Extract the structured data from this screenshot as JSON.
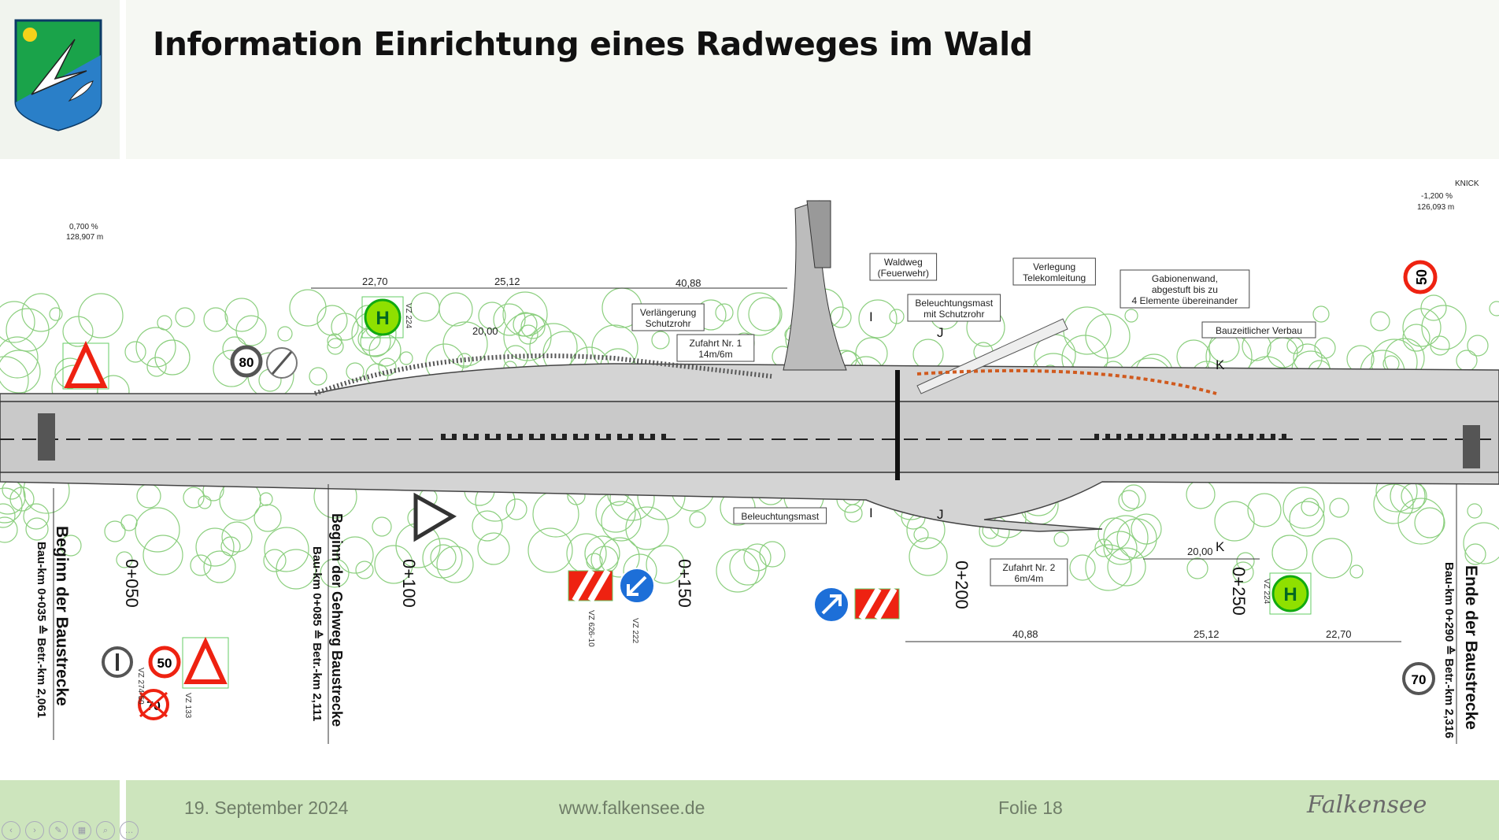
{
  "header": {
    "title": "Information Einrichtung eines Radweges im Wald"
  },
  "plan": {
    "stations": [
      "0+050",
      "0+100",
      "0+150",
      "0+200",
      "0+250"
    ],
    "start_label": "Beginn der Baustrecke",
    "start_km": "Bau-km 0+035 ≙ Betr.-km 2,061",
    "gehweg_label": "Beginn der Gehweg Baustrecke",
    "gehweg_km": "Bau-km 0+085 ≙ Betr.-km 2,111",
    "end_label": "Ende der Baustrecke",
    "end_km": "Bau-km 0+290 ≙ Betr.-km 2,316",
    "callouts": {
      "waldweg": [
        "Waldweg",
        "(Feuerwehr)"
      ],
      "schutzrohr": [
        "Verlängerung",
        "Schutzrohr"
      ],
      "zufahrt1": [
        "Zufahrt Nr. 1",
        "14m/6m"
      ],
      "mast1": [
        "Beleuchtungsmast",
        "mit Schutzrohr"
      ],
      "telekom": [
        "Verlegung",
        "Telekomleitung"
      ],
      "gabionen": [
        "Gabionenwand,",
        "abgestuft bis zu",
        "4 Elemente übereinander"
      ],
      "verbau": [
        "Bauzeitlicher Verbau"
      ],
      "mast2": [
        "Beleuchtungsmast"
      ],
      "zufahrt2": [
        "Zufahrt Nr. 2",
        "6m/4m"
      ]
    },
    "dimensions": {
      "d1": "22,70",
      "d2": "25,12",
      "d3": "40,88",
      "d4": "20,00",
      "d5": "40,88",
      "d6": "25,12",
      "d7": "22,70",
      "d8": "20,00"
    },
    "slopes": {
      "left": "0,700 %",
      "left_r": "128,907 m",
      "right": "-1,200 %",
      "right_r": "126,093 m",
      "knick": "KNICK"
    },
    "sections": [
      "I",
      "J",
      "K"
    ],
    "signs": {
      "speed80": "80",
      "speed50a": "50",
      "speed50b": "50",
      "speed70a": "70",
      "speed70b": "70",
      "bus": "H",
      "vz": [
        "VZ 133",
        "VZ 224",
        "VZ 274-50",
        "VZ 626-10",
        "VZ 222"
      ]
    }
  },
  "footer": {
    "date": "19. September 2024",
    "website": "www.falkensee.de",
    "slide": "Folie 18",
    "brand": "Falkensee"
  }
}
